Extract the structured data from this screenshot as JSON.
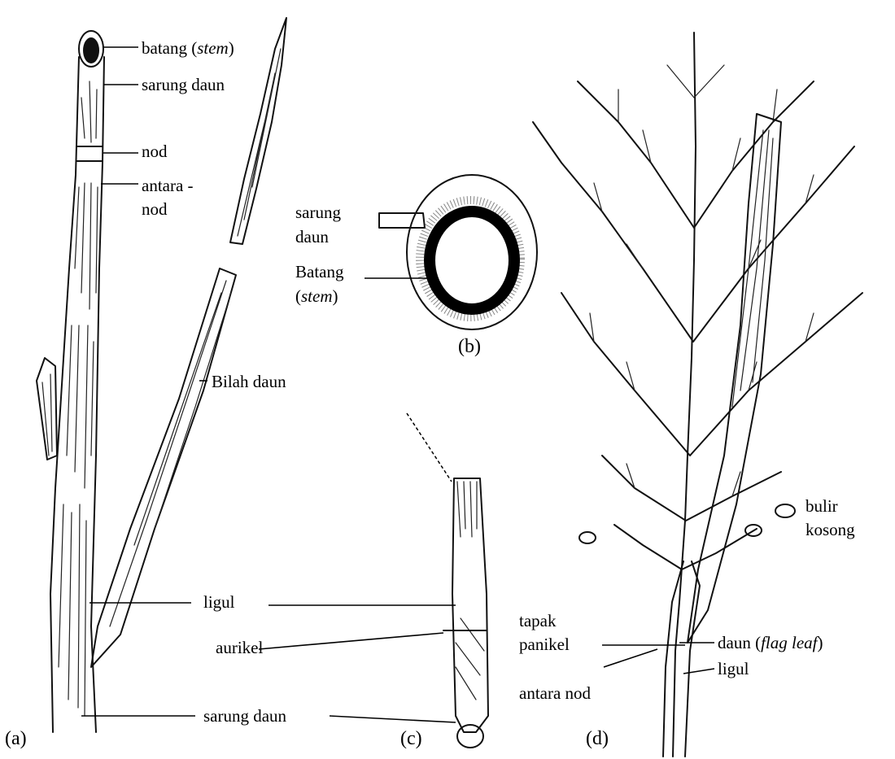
{
  "panels": {
    "a": {
      "letter": "(a)",
      "labels": {
        "batang_main": "batang (",
        "batang_it": "stem",
        "batang_end": ")",
        "sarung_top": "sarung daun",
        "nod": "nod",
        "antara_1": "antara -",
        "antara_2": "nod",
        "bilah": "Bilah daun",
        "ligul": "ligul",
        "aurikel": "aurikel",
        "sarung_bottom": "sarung daun"
      }
    },
    "b": {
      "letter": "(b)",
      "labels": {
        "sarung_1": "sarung",
        "sarung_2": "daun",
        "batang_1": "Batang",
        "batang_2_open": "(",
        "batang_2_it": "stem",
        "batang_2_close": ")"
      }
    },
    "c": {
      "letter": "(c)"
    },
    "d": {
      "letter": "(d)",
      "labels": {
        "bulir_1": "bulir",
        "bulir_2": "kosong",
        "tapak_1": "tapak",
        "tapak_2": "panikel",
        "daun_main": "daun (",
        "daun_it": "flag leaf",
        "daun_end": ")",
        "ligul": "ligul",
        "antara": "antara nod"
      }
    }
  }
}
